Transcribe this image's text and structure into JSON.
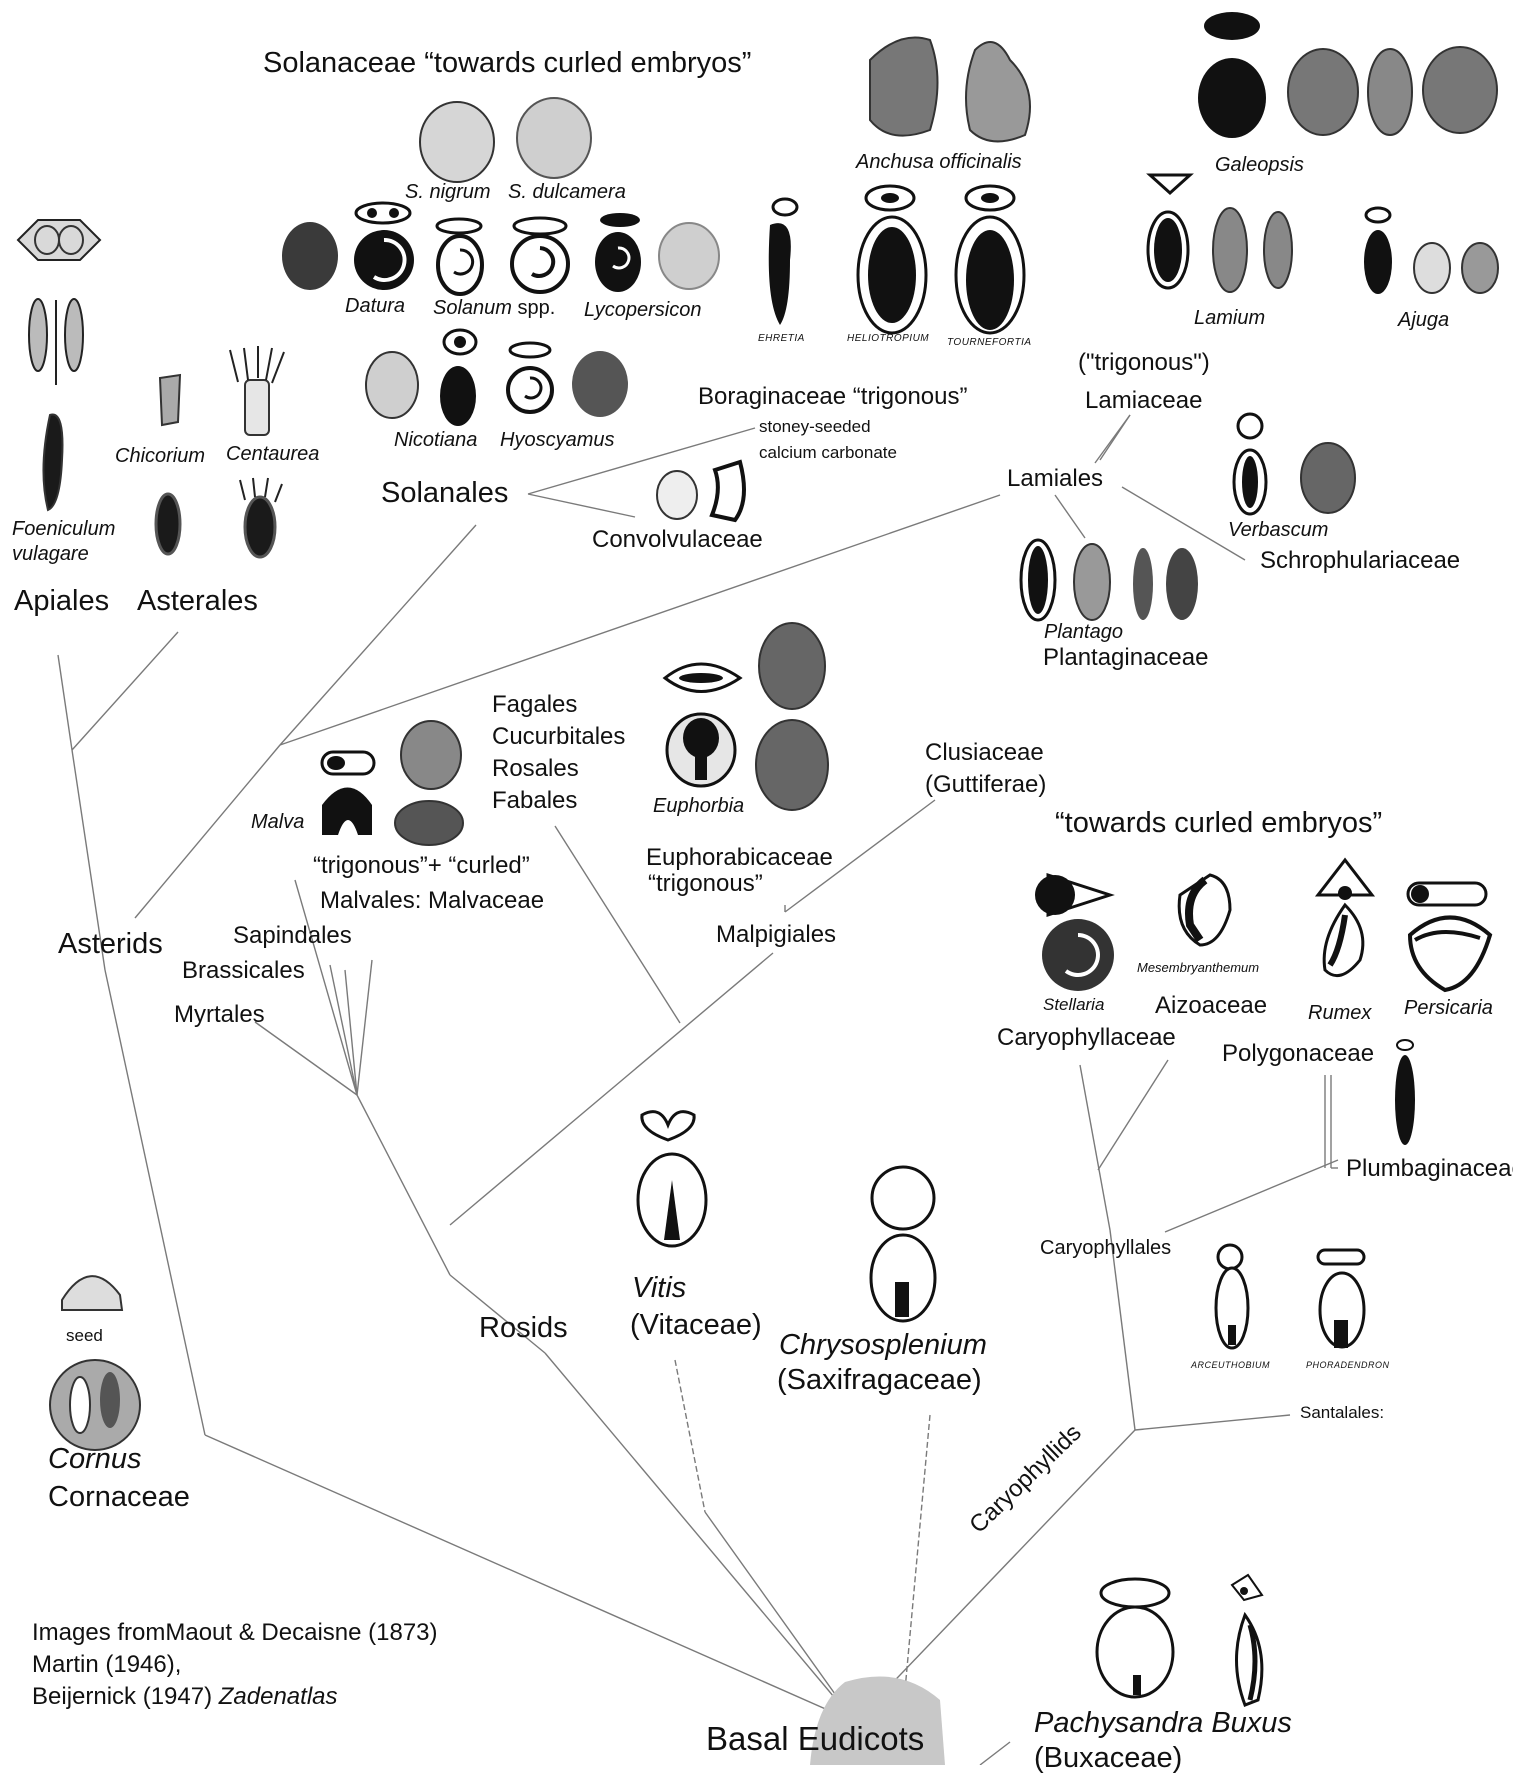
{
  "colors": {
    "ink": "#111111",
    "line": "#7a7a7a",
    "seed_dark": "#1a1a1a",
    "seed_mid": "#6b6b6b",
    "root_blob": "#c8c8c8"
  },
  "labels": {
    "solanaceae_title": "Solanaceae “towards curled embryos”",
    "s_nigrum": "S. nigrum",
    "s_dulcamera": "S. dulcamera",
    "datura": "Datura",
    "solanum_sp": "Solanum",
    "solanum_spp": "spp.",
    "lycopersicon": "Lycopersicon",
    "nicotiana": "Nicotiana",
    "hyoscyamus": "Hyoscyamus",
    "anchusa": "Anchusa officinalis",
    "ehretia": "EHRETIA",
    "heliotropium": "HELIOTROPIUM",
    "tournefortia": "TOURNEFORTIA",
    "galeopsis": "Galeopsis",
    "lamium": "Lamium",
    "ajuga": "Ajuga",
    "trigonous_paren": "(\"trigonous\")",
    "lamiaceae": "Lamiaceae",
    "boraginaceae": "Boraginaceae “trigonous”",
    "stoney1": "stoney-seeded",
    "stoney2": "calcium carbonate",
    "lamiales": "Lamiales",
    "verbascum": "Verbascum",
    "schrophulariaceae": "Schrophulariaceae",
    "solanales": "Solanales",
    "convolvulaceae": "Convolvulaceae",
    "chicorium": "Chicorium",
    "centaurea": "Centaurea",
    "foeniculum1": "Foeniculum",
    "foeniculum2": "vulagare",
    "apiales": "Apiales",
    "asterales": "Asterales",
    "plantago": "Plantago",
    "plantaginaceae": "Plantaginaceae",
    "fagales": "Fagales",
    "cucurbitales": "Cucurbitales",
    "rosales": "Rosales",
    "fabales": "Fabales",
    "euphorbia": "Euphorbia",
    "clusiaceae": "Clusiaceae",
    "guttiferae": "(Guttiferae)",
    "malva": "Malva",
    "trig_curled": "“trigonous”+ “curled”",
    "malvales": "Malvales: Malvaceae",
    "euphorbicaceae": "Euphorabicaceae",
    "euph_trig": "“trigonous”",
    "towards_curled": "“towards curled embryos”",
    "asterids": "Asterids",
    "sapindales": "Sapindales",
    "brassicales": "Brassicales",
    "myrtales": "Myrtales",
    "malpigiales": "Malpigiales",
    "stellaria": "Stellaria",
    "mesembryanthemum": "Mesembryanthemum",
    "aizoaceae": "Aizoaceae",
    "rumex": "Rumex",
    "persicaria": "Persicaria",
    "caryophyllaceae": "Caryophyllaceae",
    "polygonaceae": "Polygonaceae",
    "plumbaginaceae": "Plumbaginaceae",
    "caryophyllales": "Caryophyllales",
    "vitis": "Vitis",
    "vitaceae": "(Vitaceae)",
    "chrysosplenium": "Chrysosplenium",
    "saxifragaceae": "(Saxifragaceae)",
    "arceuthobium": "ARCEUTHOBIUM",
    "phoradendron": "PHORADENDRON",
    "santalales": "Santalales:",
    "seed": "seed",
    "rosids": "Rosids",
    "cornus": "Cornus",
    "cornaceae": "Cornaceae",
    "caryophyllids": "Caryophyllids",
    "credits1": "Images fromMaout & Decaisne (1873)",
    "credits2": "Martin (1946),",
    "credits3a": "Beijernick (1947) ",
    "credits3b": "Zadenatlas",
    "basal": "Basal Eudicots",
    "pachysandra": "Pachysandra Buxus",
    "buxaceae": "(Buxaceae)"
  }
}
